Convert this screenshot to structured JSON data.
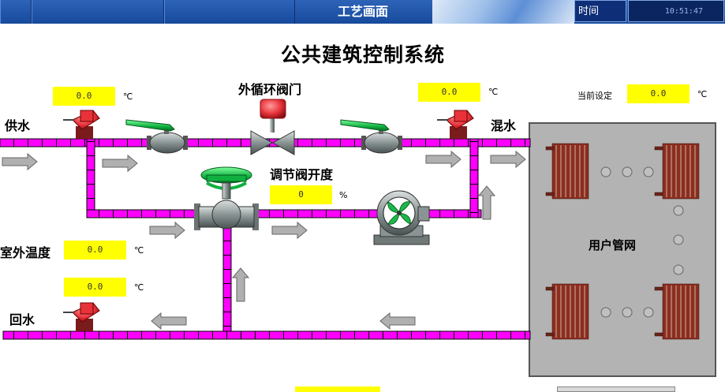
{
  "header": {
    "nav_title": "工艺画面",
    "time_label": "时间",
    "time_value": "10:51:47"
  },
  "main_title": "公共建筑控制系统",
  "labels": {
    "supply_water": "供水",
    "mixed_water": "混水",
    "return_water": "回水",
    "outdoor_temp": "室外温度",
    "circulation_valve": "外循环阀门",
    "valve_opening": "调节阀开度",
    "user_network": "用户管网",
    "current_setting": "当前设定"
  },
  "readings": {
    "supply_temp": {
      "value": "0.0",
      "unit": "℃"
    },
    "mixed_temp": {
      "value": "0.0",
      "unit": "℃"
    },
    "setpoint": {
      "value": "0.0",
      "unit": "℃"
    },
    "valve_opening": {
      "value": "0",
      "unit": "%"
    },
    "outdoor_temp": {
      "value": "0.0",
      "unit": "℃"
    },
    "return_temp": {
      "value": "0.0",
      "unit": "℃"
    }
  },
  "colors": {
    "pipe": "#ff00ff",
    "valve_handle": "#00cc00",
    "valve_body": "#9aa6a6",
    "actuator": "#e8323a",
    "value_bg": "#ffff00",
    "arrow": "#b0b0b0",
    "radiator": "#6b2318"
  }
}
